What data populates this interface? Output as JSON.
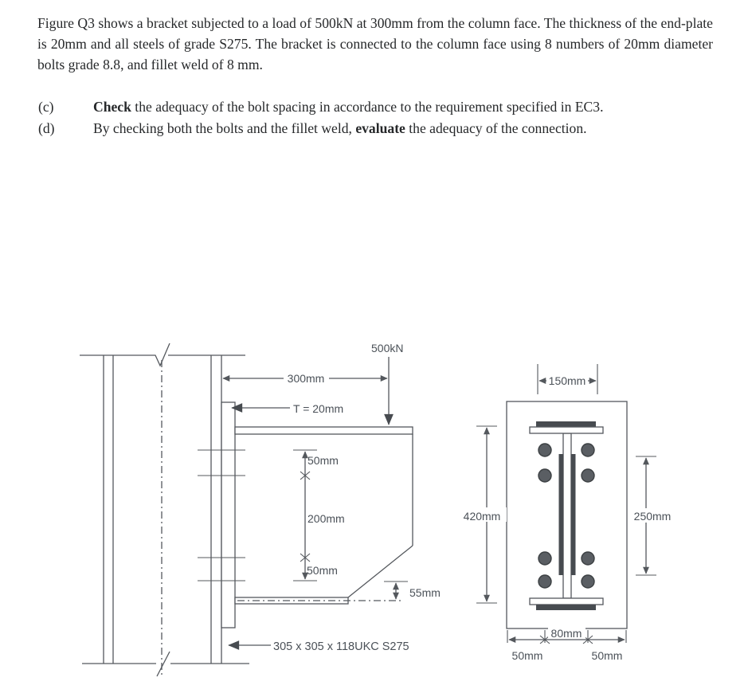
{
  "colors": {
    "ink": "#26282a",
    "diagram_line": "#54585d",
    "diagram_label": "#4b5158",
    "dark_fill": "#474b50",
    "bolt_fill": "#5a5e63",
    "background": "#ffffff"
  },
  "question": {
    "intro": "Figure Q3 shows a bracket subjected to a load of 500kN at 300mm from the column face. The thickness of the end-plate is 20mm and all steels of grade S275. The bracket is connected to the column face using 8 numbers of 20mm diameter bolts grade 8.8, and fillet weld of 8 mm.",
    "items": [
      {
        "marker": "(c)",
        "segments": [
          {
            "t": "Check",
            "b": true
          },
          {
            "t": " the adequacy of the bolt spacing in accordance to the requirement specified in EC3.",
            "b": false
          }
        ]
      },
      {
        "marker": "(d)",
        "segments": [
          {
            "t": "By checking both the bolts and the fillet weld, ",
            "b": false
          },
          {
            "t": "evaluate",
            "b": true
          },
          {
            "t": " the adequacy of the connection.",
            "b": false
          }
        ]
      }
    ]
  },
  "figure": {
    "load": "500kN",
    "dim_300": "300mm",
    "plate_t": "T = 20mm",
    "dim_50_top": "50mm",
    "dim_200": "200mm",
    "dim_50_bot": "50mm",
    "dim_55": "55mm",
    "column_section": "305 x 305 x 118UKC S275",
    "dim_150": "150mm",
    "dim_420": "420mm",
    "dim_250": "250mm",
    "dim_80": "80mm",
    "dim_50_left": "50mm",
    "dim_50_right": "50mm"
  }
}
